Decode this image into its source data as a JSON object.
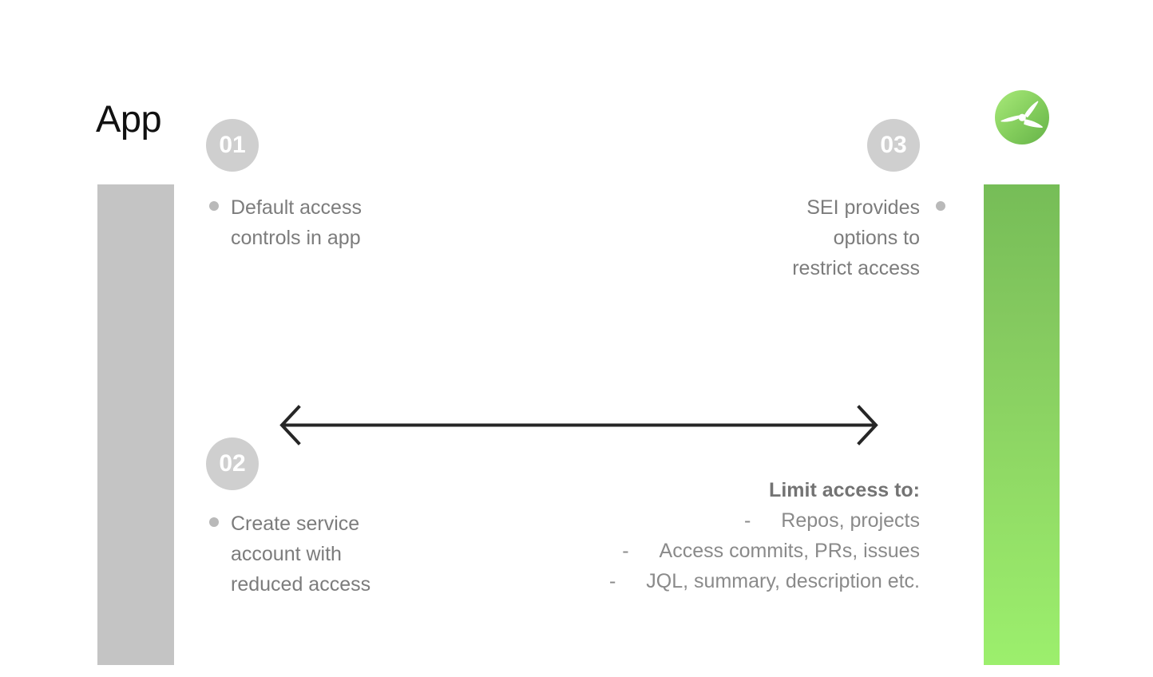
{
  "slide": {
    "title": "App",
    "background_color": "#ffffff"
  },
  "logo": {
    "icon": "propeller-logo-icon",
    "gradient_from": "#a6e878",
    "gradient_to": "#6cb94f"
  },
  "bars": {
    "left": {
      "name": "left-gray-bar",
      "color": "#c4c4c4"
    },
    "right": {
      "name": "right-green-bar",
      "gradient_from": "#76bd57",
      "gradient_to": "#9cef6d"
    }
  },
  "steps": [
    {
      "number": "01",
      "bullet_icon": "bullet-dot-icon",
      "text": "Default access\ncontrols in app",
      "align": "left"
    },
    {
      "number": "02",
      "bullet_icon": "bullet-dot-icon",
      "text": "Create service\naccount with\nreduced access",
      "align": "left"
    },
    {
      "number": "03",
      "bullet_icon": "bullet-dot-icon",
      "text": "SEI provides\noptions to\nrestrict access",
      "align": "right"
    }
  ],
  "arrow": {
    "name": "double-headed-arrow-icon",
    "color": "#262626",
    "direction": "bidirectional"
  },
  "limit_access": {
    "heading": "Limit access to:",
    "dash": "-",
    "items": [
      "Repos, projects",
      "Access commits, PRs, issues",
      "JQL, summary, description etc."
    ]
  },
  "colors": {
    "badge_bg": "#cfcfcf",
    "badge_text": "#ffffff",
    "body_text": "#7c7c7c",
    "heading_text": "#737373",
    "bullet": "#b9b9b9",
    "title_text": "#111111"
  }
}
